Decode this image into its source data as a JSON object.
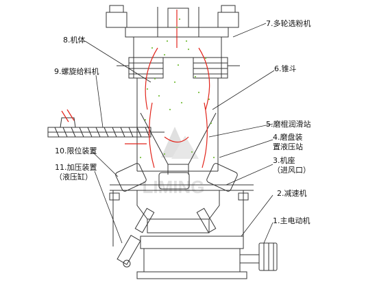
{
  "diagram": {
    "title": "",
    "labels": [
      {
        "id": "multi_separator",
        "text": "7.多轮选粉机"
      },
      {
        "id": "body",
        "text": "8.机体"
      },
      {
        "id": "screw_feeder",
        "text": "9.螺旋给料机"
      },
      {
        "id": "cone_hopper",
        "text": "6.锥斗"
      },
      {
        "id": "roller_lube",
        "text": "5.磨棍润滑站"
      },
      {
        "id": "disc_hydraulic_1",
        "text": "4.磨盘装"
      },
      {
        "id": "disc_hydraulic_2",
        "text": "置液压站"
      },
      {
        "id": "limit_device",
        "text": "10.限位装置"
      },
      {
        "id": "frame_1",
        "text": "3.机座"
      },
      {
        "id": "frame_2",
        "text": "（进风口）"
      },
      {
        "id": "press_device_1",
        "text": "11.加压装置"
      },
      {
        "id": "press_device_2",
        "text": "（液压缸）"
      },
      {
        "id": "reducer",
        "text": "2.减速机"
      },
      {
        "id": "motor",
        "text": "1.主电动机"
      }
    ],
    "watermark": "LIMING",
    "colors": {
      "line": "#333333",
      "flow_arrow": "#e2231a",
      "powder": "#7bc043",
      "watermark": "#c8c8c8"
    }
  }
}
